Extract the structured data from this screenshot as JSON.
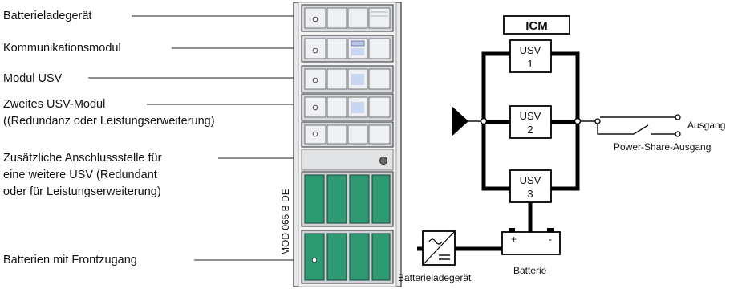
{
  "labels": {
    "charger": "Batterieladegerät",
    "comm": "Kommunikationsmodul",
    "ups_module": "Modul USV",
    "second_ups_line1": "Zweites USV-Modul",
    "second_ups_line2": "((Redundanz oder Leistungserweiterung)",
    "extra_line1": "Zusätzliche Anschlussstelle für",
    "extra_line2": "eine weitere USV (Redundant",
    "extra_line3": "oder für Leistungserweiterung)",
    "batteries": "Batterien mit Frontzugang"
  },
  "cabinet": {
    "code": "MOD 065 B DE"
  },
  "diagram": {
    "icm": "ICM",
    "ups1": [
      "USV",
      "1"
    ],
    "ups2": [
      "USV",
      "2"
    ],
    "ups3": [
      "USV",
      "3"
    ],
    "output": "Ausgang",
    "power_share": "Power-Share-Ausgang",
    "battery": "Batterie",
    "battery_plus": "+",
    "battery_minus": "-",
    "charger": "Batterieladegerät"
  }
}
